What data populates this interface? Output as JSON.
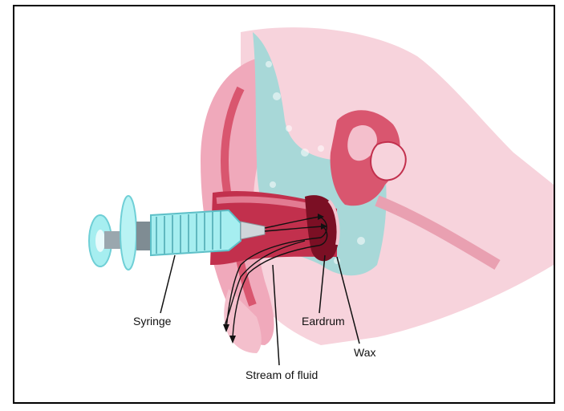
{
  "labels": {
    "syringe": "Syringe",
    "eardrum": "Eardrum",
    "wax": "Wax",
    "stream": "Stream of fluid"
  },
  "colors": {
    "skin_light": "#f7d3dc",
    "skin_mid": "#f0a9bb",
    "skin_dark": "#d9566f",
    "canal": "#c2304d",
    "bone": "#a8d8d8",
    "wax": "#7b0f24",
    "syringe_glass": "#a6eef0",
    "syringe_body": "#9aa7ae"
  }
}
